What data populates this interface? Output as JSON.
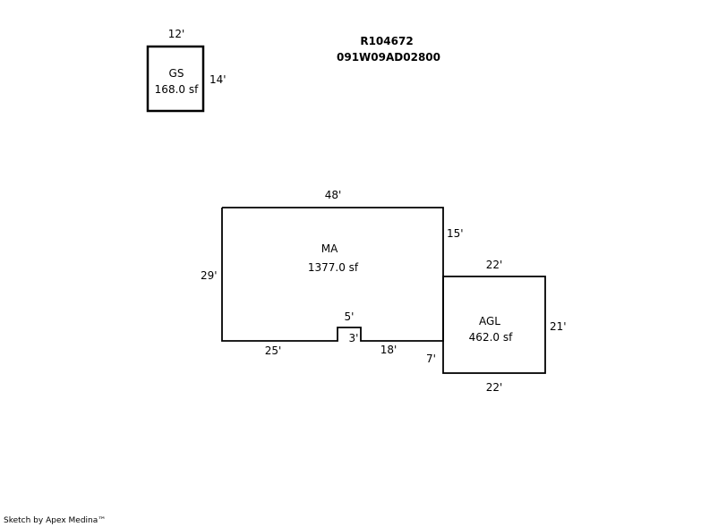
{
  "header": {
    "parcel_id": "R104672",
    "map_number": "091W09AD02800"
  },
  "areas": {
    "gs": {
      "code": "GS",
      "area": "168.0 sf",
      "dims": {
        "top": "12'",
        "right": "14'"
      }
    },
    "ma": {
      "code": "MA",
      "area": "1377.0 sf",
      "dims": {
        "top": "48'",
        "left": "29'",
        "right": "15'",
        "bottom_left": "25'",
        "notch_top": "5'",
        "notch_side": "3'",
        "bottom_right": "18'"
      }
    },
    "agl": {
      "code": "AGL",
      "area": "462.0 sf",
      "dims": {
        "top": "22'",
        "right": "21'",
        "bottom": "22'",
        "left": "7'"
      }
    }
  },
  "footer": {
    "credit": "Sketch by Apex Medina™"
  },
  "style": {
    "line_color": "#000000",
    "background": "#ffffff"
  }
}
